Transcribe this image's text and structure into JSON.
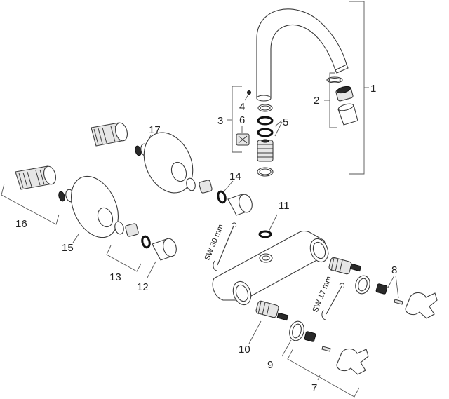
{
  "diagram": {
    "type": "exploded-parts-view",
    "callouts": {
      "c1": "1",
      "c2": "2",
      "c3": "3",
      "c4": "4",
      "c5": "5",
      "c6": "6",
      "c7": "7",
      "c8": "8",
      "c9": "9",
      "c10": "10",
      "c11": "11",
      "c12": "12",
      "c13": "13",
      "c14": "14",
      "c15": "15",
      "c16": "16",
      "c17": "17"
    },
    "tools": {
      "wrench_large": "SW 30 mm",
      "wrench_small": "SW 17 mm"
    },
    "colors": {
      "line": "#3a3a3a",
      "oring": "#111111",
      "background": "#ffffff"
    }
  }
}
